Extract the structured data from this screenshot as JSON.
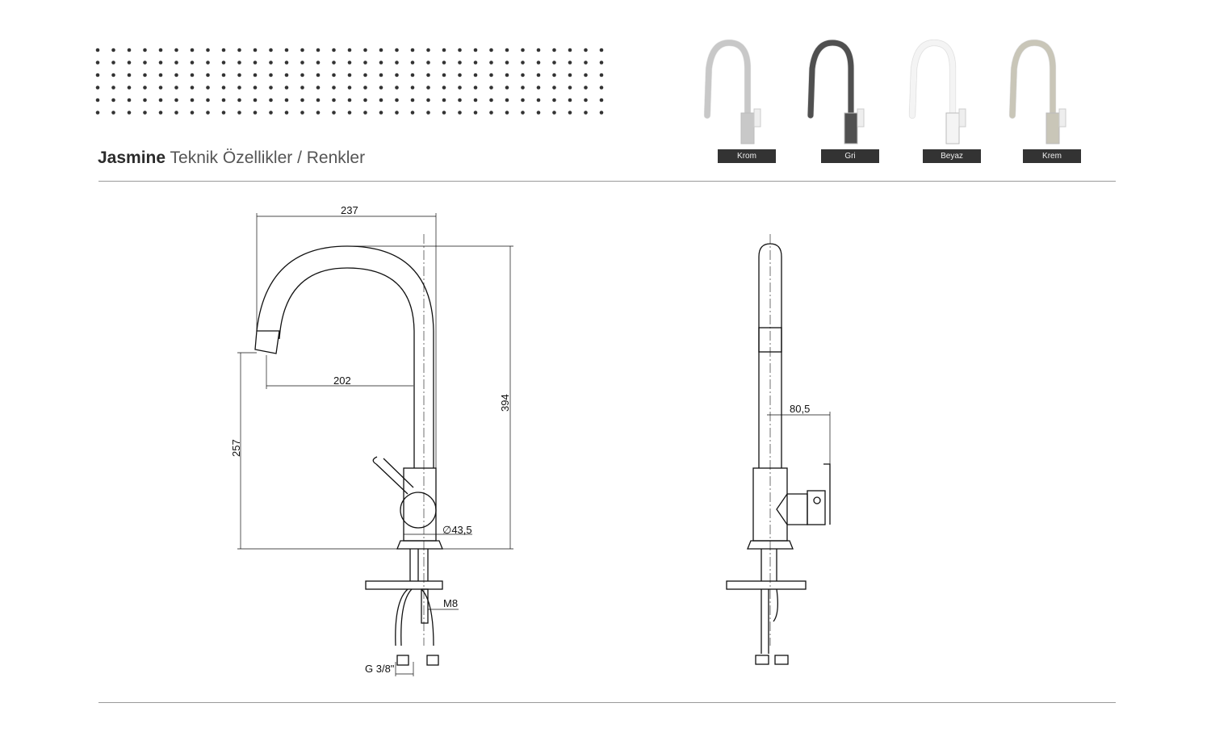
{
  "header": {
    "product_name": "Jasmine",
    "subtitle": "Teknik Özellikler / Renkler"
  },
  "colors": [
    {
      "label": "Krom",
      "color": "#c8c8c8"
    },
    {
      "label": "Gri",
      "color": "#505050"
    },
    {
      "label": "Beyaz",
      "color": "#f4f4f4"
    },
    {
      "label": "Krem",
      "color": "#c9c6b8"
    }
  ],
  "dimensions": {
    "width": "237",
    "reach": "202",
    "height": "394",
    "spout_height": "257",
    "diameter": "∅43,5",
    "thread": "M8",
    "connection": "G 3/8\"",
    "handle_offset": "80,5"
  }
}
